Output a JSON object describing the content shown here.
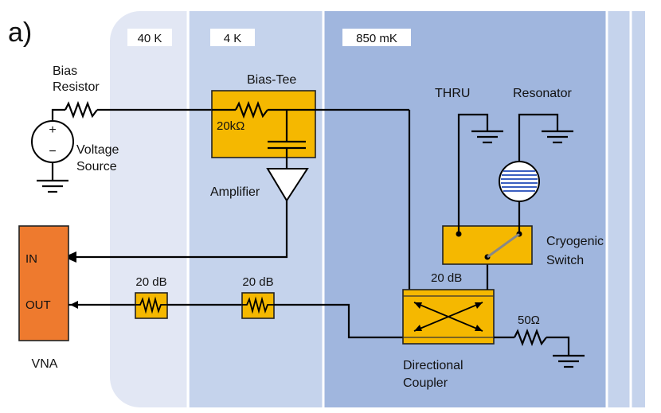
{
  "panel_label": "a)",
  "stages": {
    "stage1": "40 K",
    "stage2": "4 K",
    "stage3": "850 mK"
  },
  "labels": {
    "bias_resistor_line1": "Bias",
    "bias_resistor_line2": "Resistor",
    "voltage_source_line1": "Voltage",
    "voltage_source_line2": "Source",
    "bias_tee": "Bias-Tee",
    "bias_tee_resistor": "20kΩ",
    "amplifier": "Amplifier",
    "thru": "THRU",
    "resonator": "Resonator",
    "cryogenic_switch_line1": "Cryogenic",
    "cryogenic_switch_line2": "Switch",
    "coupler_atten": "20 dB",
    "termination": "50Ω",
    "directional_coupler_line1": "Directional",
    "directional_coupler_line2": "Coupler",
    "atten1": "20 dB",
    "atten2": "20 dB",
    "vna": "VNA",
    "vna_in": "IN",
    "vna_out": "OUT",
    "source_plus": "+",
    "source_minus": "−"
  },
  "colors": {
    "stage_40k": "#e2e7f4",
    "stage_4k": "#c5d3ec",
    "stage_850mk": "#a0b6de",
    "component": "#f5b800",
    "vna": "#ee7a2e"
  }
}
